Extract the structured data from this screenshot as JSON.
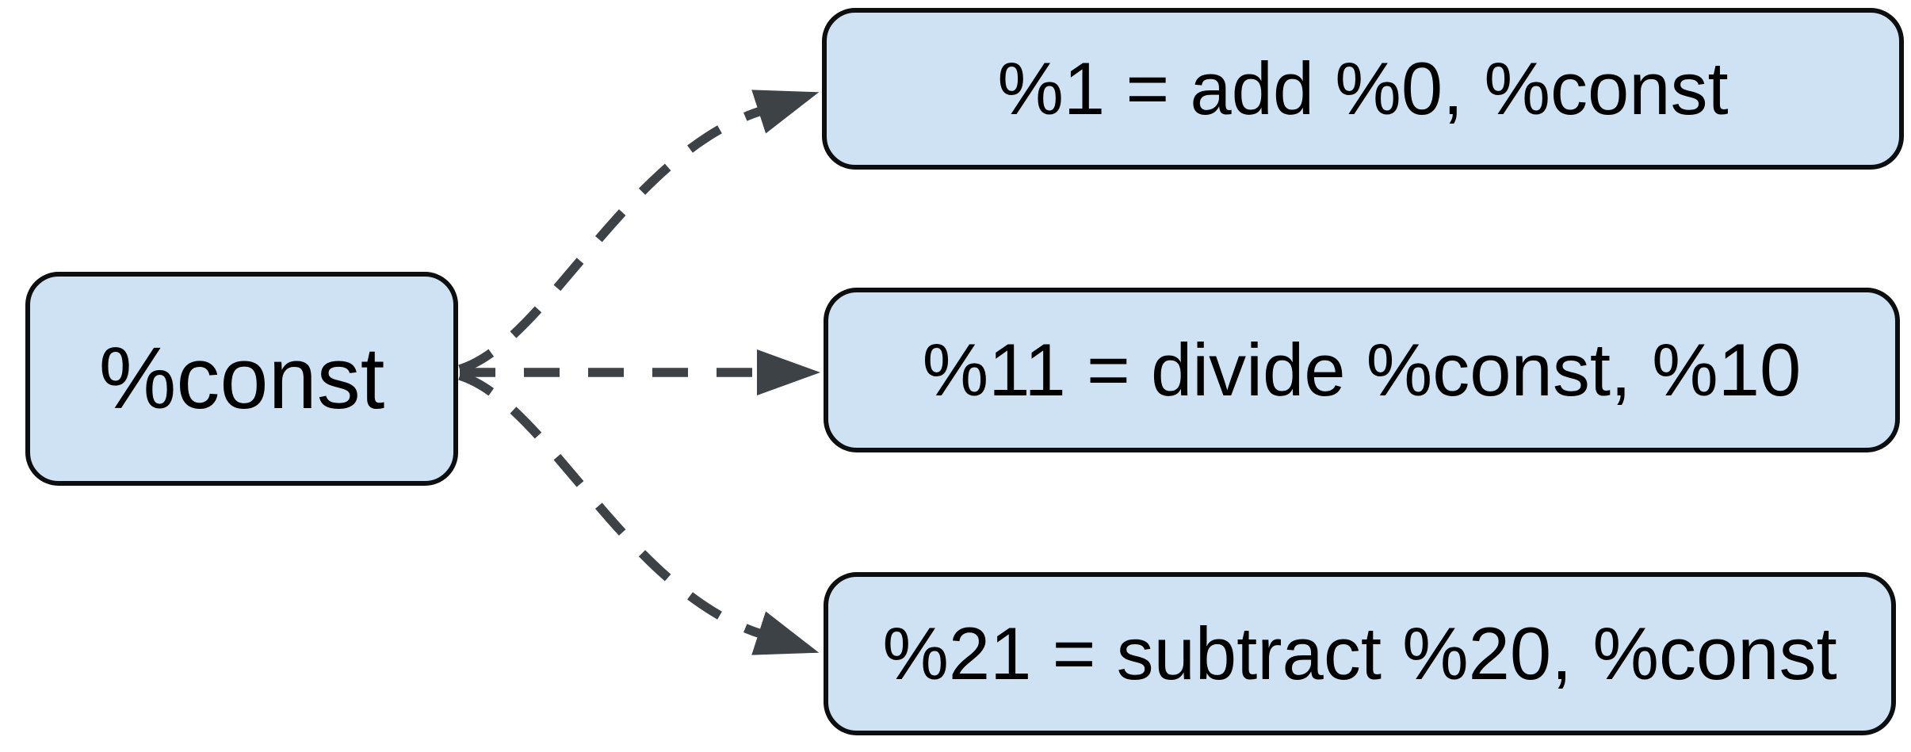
{
  "diagram": {
    "type": "dataflow-graph",
    "colors": {
      "background": "#ffffff",
      "node_fill": "#cfe2f3",
      "node_border": "#0d0e10",
      "node_text": "#000000",
      "edge_color": "#3d4247"
    },
    "nodes": {
      "const": {
        "id": "const",
        "label": "%const"
      },
      "add": {
        "id": "add",
        "label": "%1 = add %0, %const"
      },
      "divide": {
        "id": "divide",
        "label": "%11 = divide %const, %10"
      },
      "subtract": {
        "id": "subtract",
        "label": "%21 = subtract %20, %const"
      }
    },
    "edges": [
      {
        "from": "const",
        "to": "add",
        "style": "dashed",
        "arrow": "triangle"
      },
      {
        "from": "const",
        "to": "divide",
        "style": "dashed",
        "arrow": "triangle"
      },
      {
        "from": "const",
        "to": "subtract",
        "style": "dashed",
        "arrow": "triangle"
      }
    ]
  }
}
